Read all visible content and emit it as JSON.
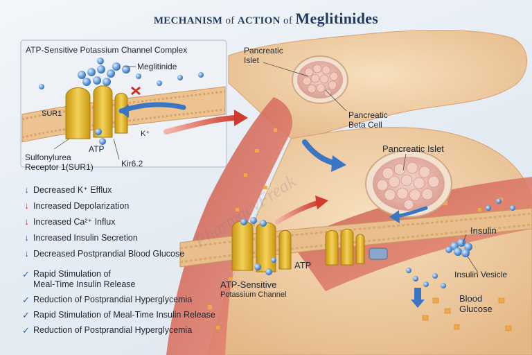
{
  "title": {
    "prefix": "MECHANISM",
    "of": "of",
    "action": "ACTION",
    "of2": "of",
    "drug": "Meglitinides"
  },
  "inset": {
    "title": "ATP-Sensitive Potassium Channel Complex",
    "labels": {
      "meglitinide": "Meglitinide",
      "sur1_tag": "SUR1",
      "k_ion": "K⁺",
      "atp": "ATP",
      "sur1_l1": "Sulfonylurea",
      "sur1_l2": "Receptor 1(SUR1)",
      "kir": "Kir6.2"
    }
  },
  "pancreas_labels": {
    "islet_top_l1": "Pancreatic",
    "islet_top_l2": "Islet",
    "beta_l1": "Pancreatic",
    "beta_l2": "Beta Cell",
    "islet_mid": "Pancreatic Islet",
    "insulin": "Insulin",
    "atp": "ATP",
    "katp_l1": "ATP-Sensitive",
    "katp_l2": "Potassium Channel",
    "vesicle": "Insulin Vesicle",
    "glucose_l1": "Blood",
    "glucose_l2": "Glucose"
  },
  "effects": [
    {
      "text": "Decreased K⁺ Efflux",
      "color": "#2e5c9e"
    },
    {
      "text": "Increased Depolarization",
      "color": "#b8312a"
    },
    {
      "text": "Increased Ca²⁺ Influx",
      "color": "#b8312a"
    },
    {
      "text": "Increased Insulin Secretion",
      "color": "#2e5c9e"
    },
    {
      "text": "Decreased Postprandial Blood Glucose",
      "color": "#2e5c9e"
    }
  ],
  "benefits": [
    {
      "l1": "Rapid Stimulation of",
      "l2": "Meal-Time Insulin Release"
    },
    {
      "l1": "Reduction of Postprandial Hyperglycemia",
      "l2": ""
    },
    {
      "l1": "Rapid Stimulation of Meal-Time Insulin Release",
      "l2": ""
    },
    {
      "l1": "Reduction of Postprandial Hyperglycemia",
      "l2": ""
    }
  ],
  "watermark": "PharmacyFreak",
  "colors": {
    "title": "#1f3a63",
    "blue_arrow": "#3a76c4",
    "red_arrow": "#cf3b2c",
    "tissue": "#f0cfa6",
    "membrane": "#e7b983"
  }
}
